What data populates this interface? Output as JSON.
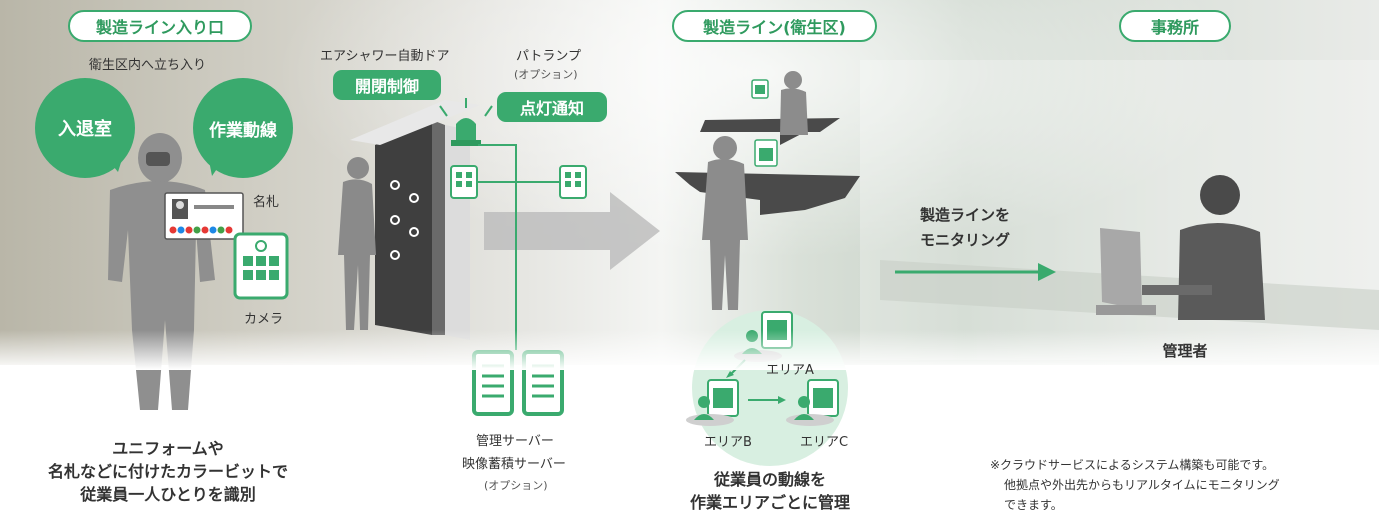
{
  "stages": {
    "entrance": "製造ライン入り口",
    "line": "製造ライン(衛生区)",
    "office": "事務所"
  },
  "entrance": {
    "enter_note": "衛生区内へ立ち入り",
    "bubble_room": "入退室",
    "bubble_flow": "作業動線",
    "nametag_label": "名札",
    "camera_label": "カメラ",
    "caption_lines": [
      "ユニフォームや",
      "名札などに付けたカラービットで",
      "従業員一人ひとりを識別"
    ]
  },
  "door": {
    "label": "エアシャワー自動ドア",
    "control": "開閉制御"
  },
  "lamp": {
    "label": "パトランプ",
    "option": "(オプション)",
    "notify": "点灯通知"
  },
  "server": {
    "line1": "管理サーバー",
    "line2": "映像蓄積サーバー",
    "option": "(オプション)"
  },
  "areas": {
    "a": "エリアA",
    "b": "エリアB",
    "c": "エリアC",
    "caption_lines": [
      "従業員の動線を",
      "作業エリアごとに管理"
    ]
  },
  "monitor": {
    "lines": [
      "製造ラインを",
      "モニタリング"
    ]
  },
  "manager": "管理者",
  "note_lines": [
    "※クラウドサービスによるシステム構築も可能です。",
    "他拠点や外出先からもリアルタイムにモニタリング",
    "できます。"
  ],
  "colors": {
    "accent": "#3aaa6e",
    "silhouette": "#8a8a8a",
    "dark": "#3a3a3a"
  }
}
